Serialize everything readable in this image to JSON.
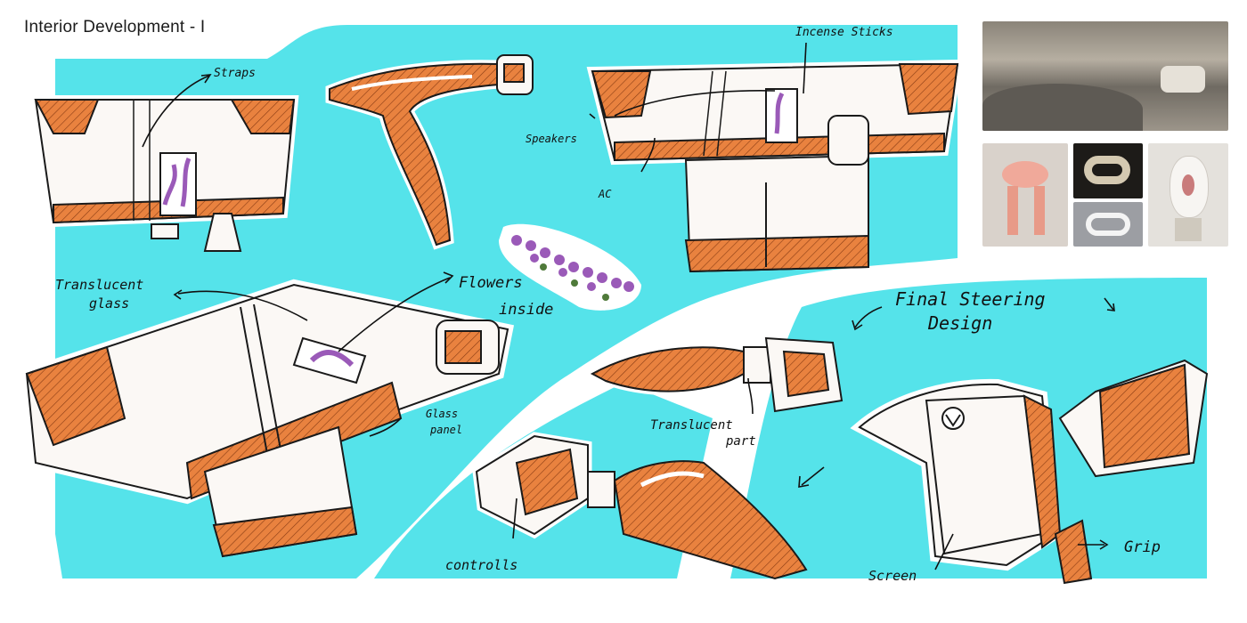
{
  "title": "Interior Development - I",
  "colors": {
    "cyan_background": "#55e3ea",
    "sketch_orange": "#e9823f",
    "sketch_white": "#fbf8f5",
    "outline": "#1a1a1a",
    "lavender": "#9a5ab8"
  },
  "annotations": {
    "straps": "Straps",
    "incense_sticks": "Incense Sticks",
    "speakers": "Speakers",
    "ac": "AC",
    "translucent_glass_1": "Translucent",
    "translucent_glass_2": "glass",
    "flowers_inside_1": "Flowers",
    "flowers_inside_2": "inside",
    "glass_panel_1": "Glass",
    "glass_panel_2": "panel",
    "final_steering_1": "Final Steering",
    "final_steering_2": "Design",
    "translucent_part_1": "Translucent",
    "translucent_part_2": "part",
    "controlls": "controlls",
    "screen": "Screen",
    "grip": "Grip"
  },
  "reference_images": [
    {
      "name": "car-interior-photo-icon"
    },
    {
      "name": "translucent-chair-photo-icon"
    },
    {
      "name": "stone-loop-photo-icon"
    },
    {
      "name": "white-ribbon-photo-icon"
    },
    {
      "name": "flower-lamp-photo-icon"
    }
  ]
}
